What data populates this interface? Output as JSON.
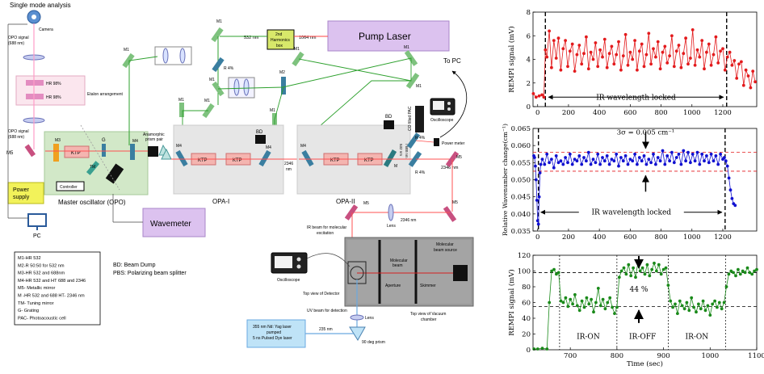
{
  "setup": {
    "single_mode_title": "Single mode analysis",
    "camera": "Camera",
    "opo_signal_top_1": "OPO signal",
    "opo_signal_top_2": "(688 nm)",
    "hr98_1": "HR 98%",
    "hr98_2": "HR 98%",
    "etalon": "Etalon arrangement",
    "opo_signal_bottom_1": "OPO signal",
    "opo_signal_bottom_2": "(688 nm)",
    "m5_left": "M5",
    "m3": "M3",
    "ktp": "KTP",
    "g": "G",
    "tm": "TM",
    "m4": "M4",
    "controller": "Controller",
    "master_oscillator": "Master oscillator (OPO)",
    "power_supply_1": "Power",
    "power_supply_2": "supply",
    "pc": "PC",
    "wavemeter": "Wavemeter",
    "m1": "M1",
    "nm532": "532 nm",
    "harmonics_1": "2nd",
    "harmonics_2": "Harmonics",
    "harmonics_3": "box",
    "nm1064": "1064 nm",
    "pump_laser": "Pump Laser",
    "r4": "R 4%",
    "m2": "M2",
    "to_pc": "To PC",
    "anamorphic_1": "Anamorphic",
    "anamorphic_2": "prism pair",
    "bd": "BD",
    "opa1": "OPA-I",
    "opa2": "OPA-II",
    "nm2346": "2346",
    "nm_unit": "nm",
    "m": "M",
    "nm2346_full": "2346 nm",
    "co_filled_pac": "CO filled PAC",
    "oscilloscope": "Oscilloscope",
    "power_meter": "Power meter",
    "m5": "M5",
    "m5_mid": "M5",
    "nm532_vert": "532 nm",
    "nm688_vert": "/ 688 nm",
    "ir_beam_1": "IR beam for molecular",
    "ir_beam_2": "excitation",
    "lens": "Lens",
    "oscilloscope_2": "Oscilloscope",
    "top_view_detector": "Top view of Detector",
    "molecular_beam_1": "Molecular",
    "molecular_beam_2": "beam",
    "aperture": "Aperture",
    "skimmer": "Skimmer",
    "mbs_1": "Molecular",
    "mbs_2": "beam source",
    "vacuum_1": "Top view of Vacuum",
    "vacuum_2": "chamber",
    "uv_beam": "UV beam for detection",
    "lens_2": "Lens",
    "dye_1": "355 nm Nd: Yag laser",
    "dye_2": "pumped",
    "dye_3": "5 ns Pulsed Dye laser",
    "nm235": "235 nm",
    "prism_1": "90 deg prism"
  },
  "legend": {
    "items": [
      "M1-HR 532",
      "M2-R 50:50 for 532 nm",
      "M3-HR 532 and 688nm",
      "M4-HR 532 and HT 688 and 2346",
      "M5- Metallic mirror",
      "M -HR 532 and 688 HT- 2346 nm",
      "TM- Tuning mirror",
      "G- Grating",
      "PAC- Photoacoustic cell"
    ],
    "notes": [
      "BD: Beam Dump",
      "PBS: Polarizing beam splitter"
    ]
  },
  "colors": {
    "red_series": "#e31a1c",
    "blue_series": "#1010d0",
    "green_series": "#1a8a1a",
    "pump_laser_fill": "#dcc2ef",
    "opo_fill": "#d2e8c8",
    "power_supply_fill": "#f2f25a",
    "dye_fill": "#bfe3f7",
    "mirror_green": "#7ec27e",
    "mirror_pink": "#c85080",
    "mirror_blue": "#3a7ea0",
    "ktp_fill": "#f4b5b0"
  },
  "chart_data": [
    {
      "type": "line",
      "title": "",
      "xlabel": "",
      "ylabel": "REMPI signal (mV)",
      "xlim": [
        -30,
        1420
      ],
      "ylim": [
        0,
        8
      ],
      "xticks": [
        0,
        200,
        400,
        600,
        800,
        1000,
        1200
      ],
      "yticks": [
        0,
        2,
        4,
        6,
        8
      ],
      "series": [
        {
          "x": [
            -28,
            -10,
            10,
            28,
            40,
            50,
            60,
            75,
            90,
            105,
            120,
            135,
            150,
            165,
            180,
            195,
            210,
            225,
            240,
            255,
            270,
            285,
            300,
            315,
            330,
            345,
            360,
            375,
            390,
            405,
            420,
            435,
            450,
            465,
            480,
            495,
            510,
            525,
            540,
            555,
            570,
            585,
            600,
            615,
            630,
            645,
            660,
            675,
            690,
            705,
            720,
            735,
            750,
            765,
            780,
            795,
            810,
            825,
            840,
            855,
            870,
            885,
            900,
            915,
            930,
            945,
            960,
            975,
            990,
            1005,
            1020,
            1035,
            1050,
            1065,
            1080,
            1095,
            1110,
            1125,
            1140,
            1155,
            1170,
            1185,
            1200,
            1215,
            1230,
            1245,
            1260,
            1275,
            1290,
            1305,
            1320,
            1335,
            1350,
            1365,
            1380,
            1395,
            1410
          ],
          "y": [
            1.1,
            0.8,
            0.9,
            1.0,
            0.8,
            4.8,
            4.2,
            6.4,
            3.3,
            5.6,
            4.1,
            5.8,
            3.1,
            4.9,
            5.6,
            3.4,
            4.7,
            5.3,
            3.0,
            4.4,
            5.2,
            3.6,
            4.5,
            5.9,
            3.2,
            4.6,
            4.0,
            5.4,
            3.4,
            4.8,
            4.2,
            5.7,
            3.3,
            4.5,
            5.1,
            3.6,
            4.4,
            5.5,
            3.1,
            4.3,
            6.1,
            3.5,
            4.6,
            4.0,
            5.6,
            3.1,
            4.7,
            5.3,
            3.4,
            4.4,
            6.2,
            3.6,
            4.9,
            4.2,
            5.5,
            3.2,
            4.6,
            5.1,
            3.7,
            4.3,
            6.0,
            3.4,
            4.7,
            5.2,
            3.3,
            4.5,
            5.8,
            3.6,
            4.1,
            6.5,
            3.5,
            4.8,
            4.2,
            5.6,
            3.2,
            4.6,
            5.3,
            3.5,
            4.4,
            5.9,
            3.7,
            4.7,
            4.9,
            3.1,
            4.2,
            4.6,
            3.5,
            3.9,
            2.4,
            3.6,
            3.8,
            1.8,
            3.1,
            2.6,
            1.6,
            3.0,
            2.1
          ]
        }
      ],
      "vlines": [
        50,
        1225
      ],
      "annotations": [
        "IR wavelength locked"
      ]
    },
    {
      "type": "line",
      "title": "",
      "xlabel": "",
      "ylabel": "Relative Wavenumber change(cm⁻¹)",
      "xlim": [
        -30,
        1420
      ],
      "ylim": [
        0.035,
        0.065
      ],
      "xticks": [
        0,
        200,
        400,
        600,
        800,
        1000,
        1200
      ],
      "yticks": [
        0.035,
        0.04,
        0.045,
        0.05,
        0.055,
        0.06,
        0.065
      ],
      "hlines": [
        0.058,
        0.0525
      ],
      "vlines": [
        5,
        1215
      ],
      "series": [
        {
          "x": [
            -25,
            -20,
            -15,
            -10,
            -5,
            0,
            5,
            10,
            15,
            20,
            30,
            45,
            60,
            75,
            90,
            105,
            120,
            135,
            150,
            165,
            180,
            195,
            210,
            225,
            240,
            255,
            270,
            285,
            300,
            315,
            330,
            345,
            360,
            375,
            390,
            405,
            420,
            435,
            450,
            465,
            480,
            495,
            510,
            525,
            540,
            555,
            570,
            585,
            600,
            615,
            630,
            645,
            660,
            675,
            690,
            705,
            720,
            735,
            750,
            765,
            780,
            795,
            810,
            825,
            840,
            855,
            870,
            885,
            900,
            915,
            930,
            945,
            960,
            975,
            990,
            1005,
            1020,
            1035,
            1050,
            1065,
            1080,
            1095,
            1110,
            1125,
            1140,
            1155,
            1170,
            1185,
            1200,
            1210,
            1220,
            1230,
            1240,
            1250,
            1260,
            1270,
            1280
          ],
          "y": [
            0.057,
            0.0565,
            0.054,
            0.05,
            0.044,
            0.038,
            0.037,
            0.045,
            0.052,
            0.0545,
            0.056,
            0.0545,
            0.0575,
            0.055,
            0.056,
            0.0535,
            0.057,
            0.055,
            0.0555,
            0.0545,
            0.0565,
            0.055,
            0.0575,
            0.0545,
            0.056,
            0.0555,
            0.057,
            0.0545,
            0.0565,
            0.0555,
            0.058,
            0.0545,
            0.056,
            0.055,
            0.0575,
            0.0545,
            0.0565,
            0.0555,
            0.057,
            0.0545,
            0.056,
            0.0555,
            0.0575,
            0.054,
            0.0565,
            0.0555,
            0.057,
            0.0545,
            0.056,
            0.0555,
            0.0575,
            0.0545,
            0.0565,
            0.0555,
            0.057,
            0.0545,
            0.056,
            0.055,
            0.0575,
            0.0545,
            0.0565,
            0.0555,
            0.0585,
            0.0545,
            0.057,
            0.0555,
            0.058,
            0.055,
            0.0565,
            0.0575,
            0.0545,
            0.0585,
            0.0555,
            0.058,
            0.055,
            0.0575,
            0.0555,
            0.058,
            0.0545,
            0.0575,
            0.0555,
            0.057,
            0.055,
            0.0575,
            0.0555,
            0.057,
            0.0545,
            0.0575,
            0.056,
            0.0565,
            0.0555,
            0.054,
            0.0505,
            0.047,
            0.0445,
            0.043,
            0.0425
          ]
        }
      ],
      "annotations": [
        "3σ = 0.005 cm⁻¹",
        "IR wavelength locked"
      ]
    },
    {
      "type": "line",
      "title": "",
      "xlabel": "Time (sec)",
      "ylabel": "REMPI signal (mV)",
      "xlim": [
        620,
        1100
      ],
      "ylim": [
        0,
        120
      ],
      "xticks": [
        700,
        800,
        900,
        1000,
        1100
      ],
      "yticks": [
        0,
        20,
        40,
        60,
        80,
        100,
        120
      ],
      "hlines": [
        98,
        55
      ],
      "vlines": [
        677,
        800,
        910,
        1033
      ],
      "regions": [
        "IR-ON",
        "IR-OFF",
        "IR-ON"
      ],
      "annotations": [
        "44 %"
      ],
      "series": [
        {
          "x": [
            622,
            630,
            640,
            650,
            655,
            660,
            665,
            670,
            675,
            680,
            685,
            690,
            695,
            700,
            705,
            710,
            715,
            720,
            725,
            730,
            735,
            740,
            745,
            750,
            755,
            760,
            765,
            770,
            775,
            780,
            785,
            790,
            795,
            800,
            805,
            810,
            815,
            820,
            825,
            830,
            835,
            840,
            845,
            850,
            855,
            860,
            865,
            870,
            875,
            880,
            885,
            890,
            895,
            900,
            905,
            910,
            915,
            920,
            925,
            930,
            935,
            940,
            945,
            950,
            955,
            960,
            965,
            970,
            975,
            980,
            985,
            990,
            995,
            1000,
            1005,
            1010,
            1015,
            1020,
            1025,
            1030,
            1035,
            1040,
            1045,
            1050,
            1055,
            1060,
            1065,
            1070,
            1075,
            1080,
            1085,
            1090,
            1095,
            1100
          ],
          "y": [
            1,
            1,
            2,
            1,
            60,
            100,
            102,
            96,
            98,
            62,
            60,
            66,
            55,
            64,
            58,
            70,
            56,
            50,
            62,
            54,
            66,
            58,
            64,
            48,
            60,
            78,
            56,
            64,
            52,
            60,
            66,
            54,
            46,
            54,
            92,
            100,
            104,
            96,
            108,
            94,
            104,
            92,
            110,
            100,
            104,
            96,
            108,
            94,
            102,
            110,
            100,
            108,
            96,
            102,
            104,
            82,
            62,
            54,
            58,
            46,
            62,
            56,
            52,
            60,
            50,
            66,
            54,
            48,
            58,
            52,
            62,
            50,
            56,
            44,
            58,
            62,
            54,
            60,
            52,
            60,
            80,
            96,
            100,
            98,
            94,
            102,
            96,
            100,
            98,
            104,
            98,
            96,
            100,
            102
          ]
        }
      ]
    }
  ]
}
